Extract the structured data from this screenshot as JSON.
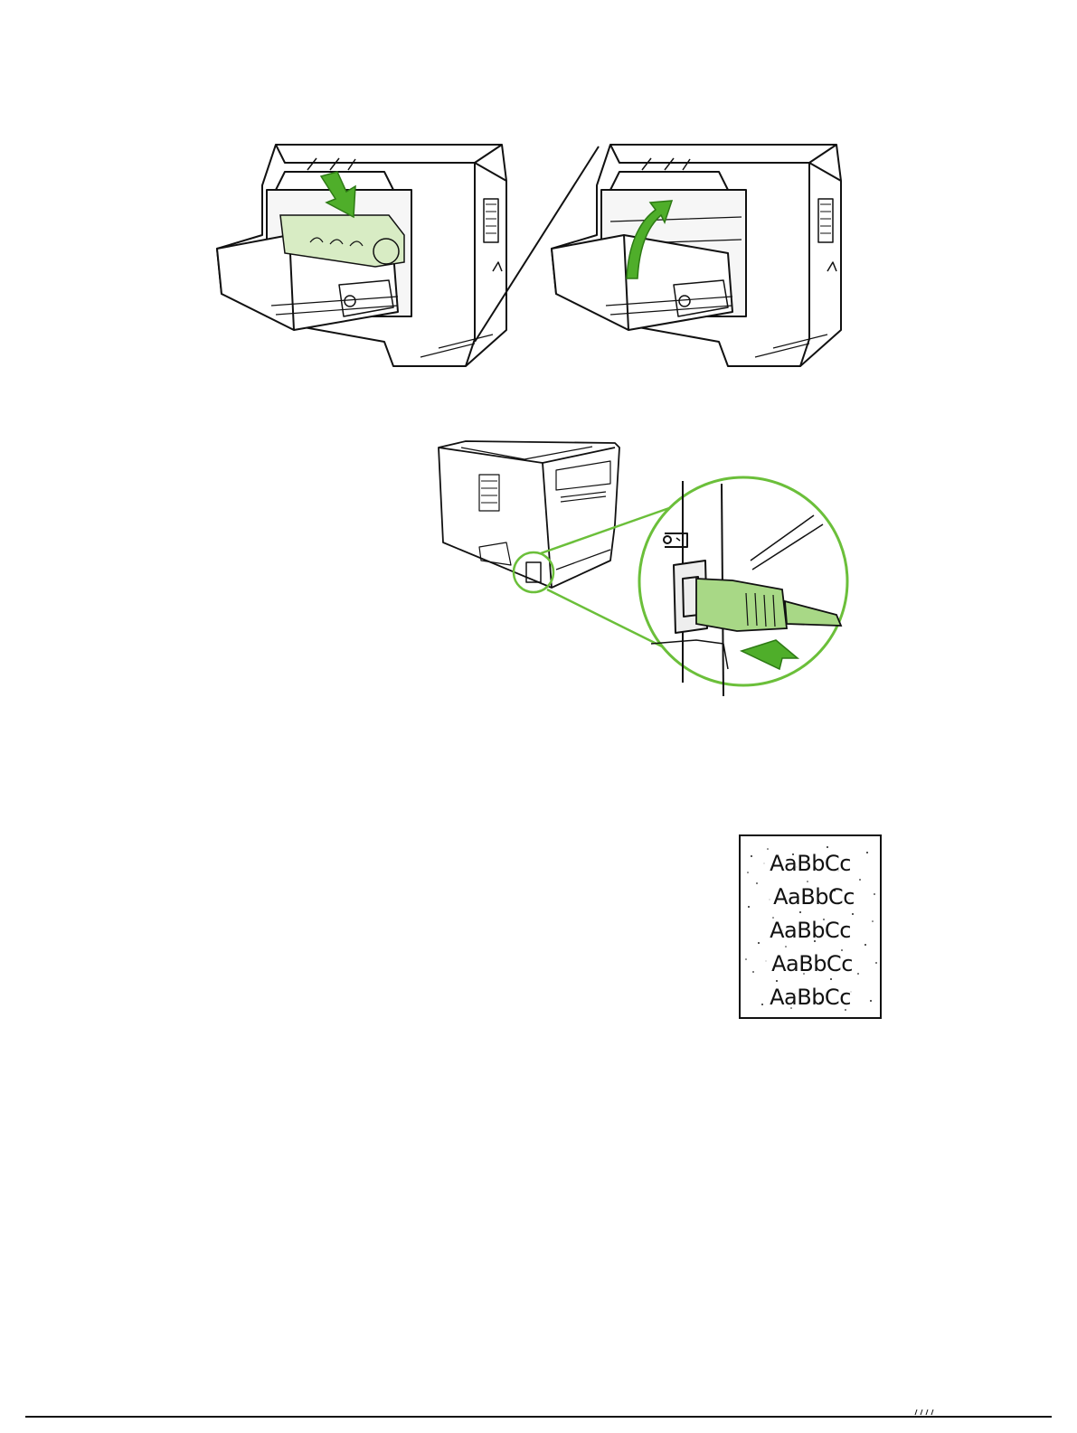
{
  "colors": {
    "accent_green": "#6bbf3a",
    "arrow_green": "#4fae2a",
    "cartridge_fill": "#d8ecc4",
    "cord_fill": "#a8d886",
    "line": "#111111"
  },
  "figures": [
    {
      "name": "install-print-cartridge",
      "icon": "down-arrow"
    },
    {
      "name": "close-print-cartridge-door",
      "icon": "curved-up-arrow"
    },
    {
      "name": "connect-power-cord",
      "icon": "right-arrow"
    }
  ],
  "sample_page": {
    "lines": [
      "AaBbCc",
      "AaBbCc",
      "AaBbCc",
      "AaBbCc",
      "AaBbCc"
    ],
    "defect": "toner specks"
  }
}
